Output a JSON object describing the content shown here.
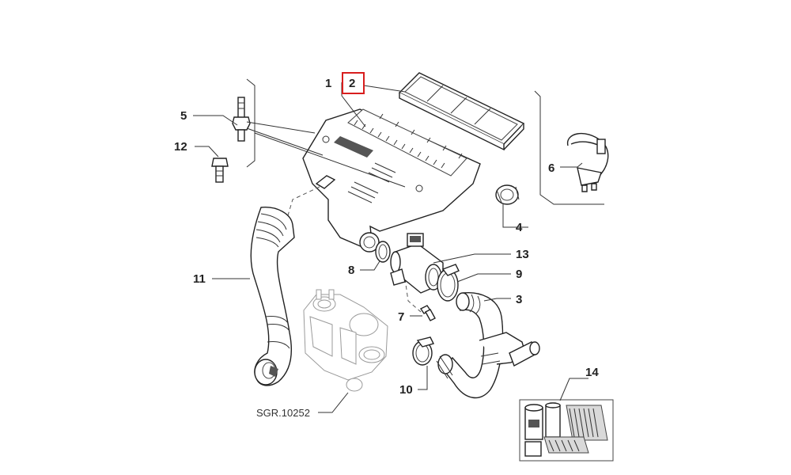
{
  "labels": [
    {
      "id": "part-1",
      "text": "1"
    },
    {
      "id": "part-2",
      "text": "2"
    },
    {
      "id": "part-3",
      "text": "3"
    },
    {
      "id": "part-4",
      "text": "4"
    },
    {
      "id": "part-5",
      "text": "5"
    },
    {
      "id": "part-6",
      "text": "6"
    },
    {
      "id": "part-7",
      "text": "7"
    },
    {
      "id": "part-8",
      "text": "8"
    },
    {
      "id": "part-9",
      "text": "9"
    },
    {
      "id": "part-10",
      "text": "10"
    },
    {
      "id": "part-11",
      "text": "11"
    },
    {
      "id": "part-12",
      "text": "12"
    },
    {
      "id": "part-13",
      "text": "13"
    },
    {
      "id": "part-14",
      "text": "14"
    }
  ],
  "reference_code": "SGR.10252",
  "highlight": {
    "label": "2",
    "color": "#d81e1e"
  },
  "colors": {
    "line": "#333333",
    "background": "#ffffff"
  }
}
